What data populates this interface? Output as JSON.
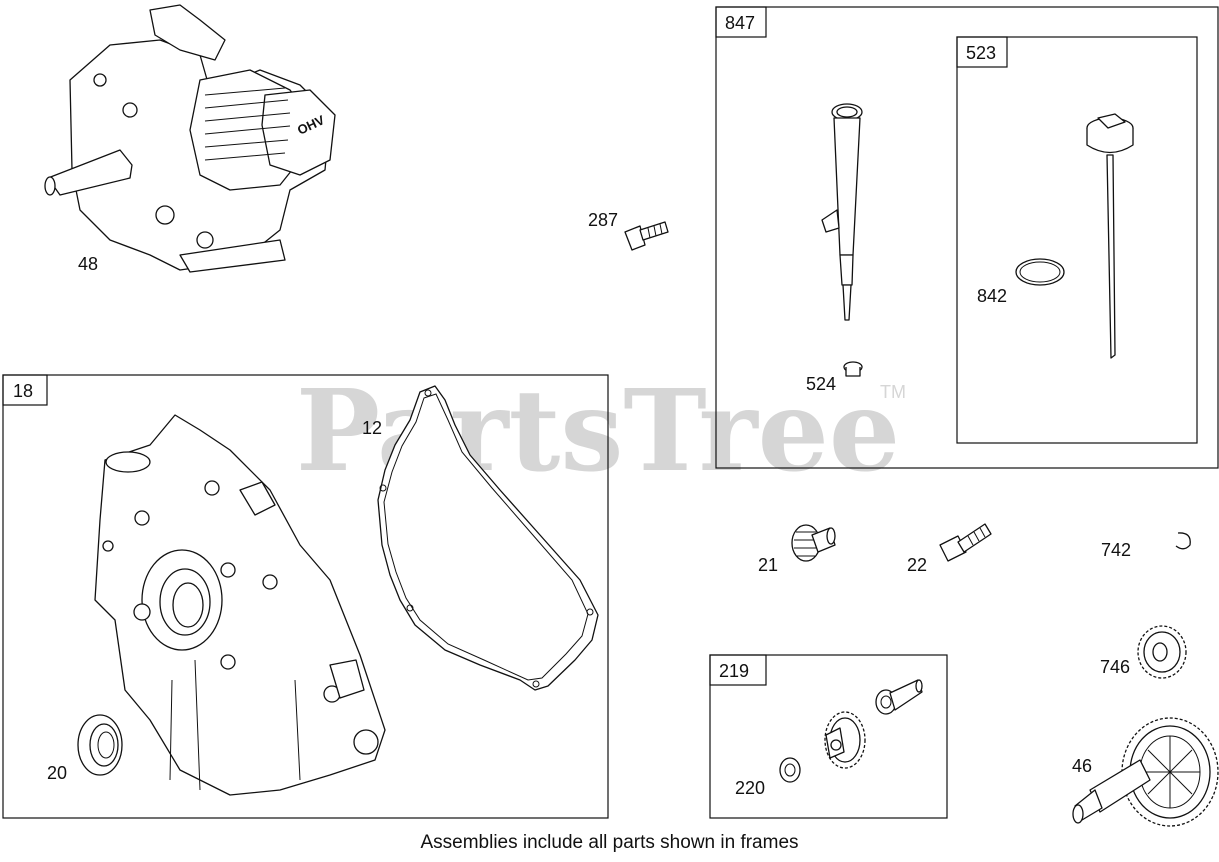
{
  "watermark": {
    "text": "PartsTree",
    "mark": "TM",
    "color": "#d6d6d6"
  },
  "caption": "Assemblies include all parts shown in frames",
  "frames": [
    {
      "id": "847",
      "label": "847"
    },
    {
      "id": "523",
      "label": "523"
    },
    {
      "id": "18",
      "label": "18"
    },
    {
      "id": "219",
      "label": "219"
    }
  ],
  "callouts": {
    "p48": "48",
    "p287": "287",
    "p842": "842",
    "p524": "524",
    "p12": "12",
    "p20": "20",
    "p21": "21",
    "p22": "22",
    "p742": "742",
    "p746": "746",
    "p46": "46",
    "p220": "220"
  }
}
